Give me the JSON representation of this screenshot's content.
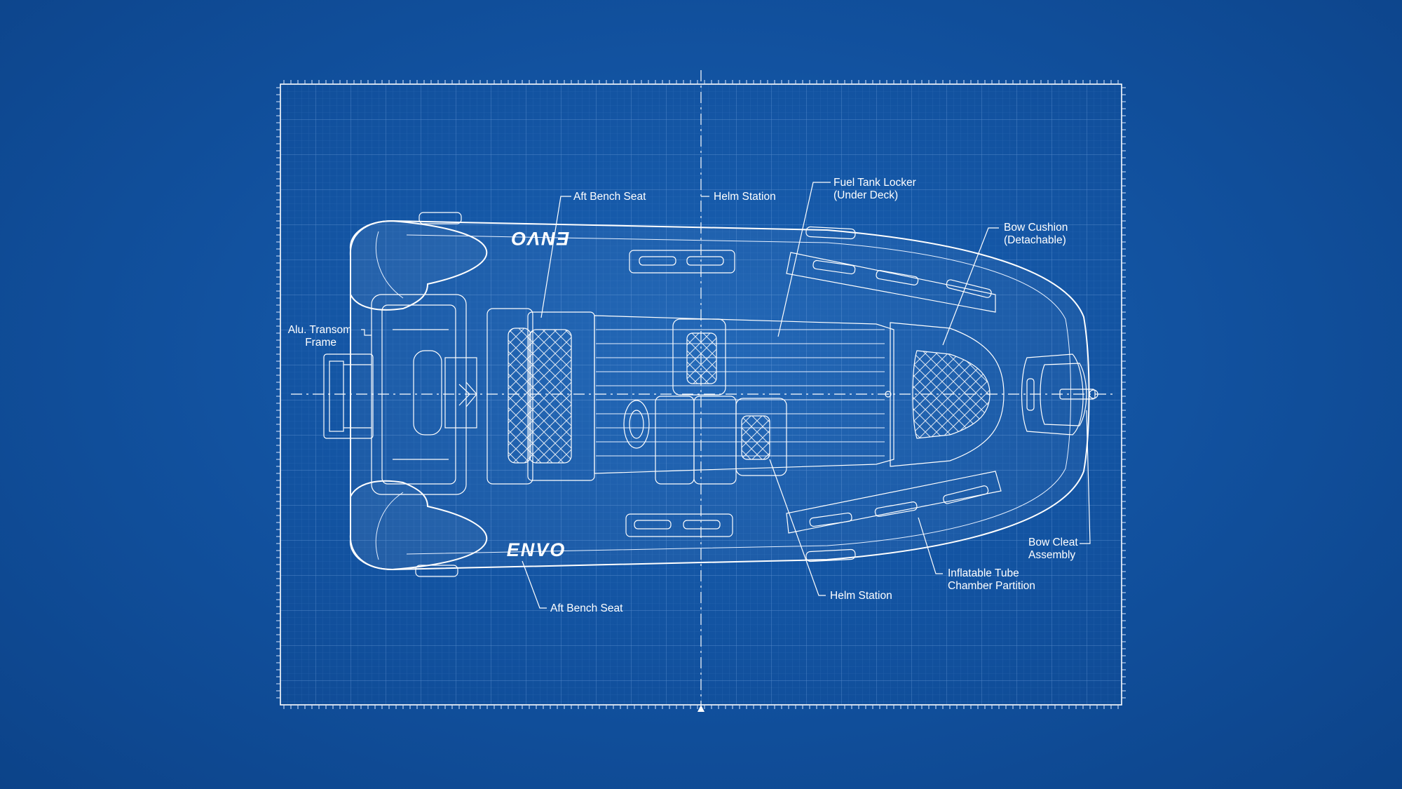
{
  "logo": {
    "top_text": "ENVO",
    "bottom_text": "ENVO"
  },
  "labels": {
    "aft_bench_top": "Aft Bench Seat",
    "helm_top": "Helm Station",
    "fuel_1": "Fuel Tank Locker",
    "fuel_2": "(Under Deck)",
    "bow_cushion_1": "Bow Cushion",
    "bow_cushion_2": "(Detachable)",
    "transom_1": "Alu. Transom",
    "transom_2": "Frame",
    "bow_cleat_1": "Bow Cleat",
    "bow_cleat_2": "Assembly",
    "tube_1": "Inflatable Tube",
    "tube_2": "Chamber Partition",
    "helm_bottom": "Helm Station",
    "aft_bench_bottom": "Aft Bench Seat"
  },
  "colors": {
    "background": "#11509d",
    "line": "#ffffff",
    "grid": "#5d93d6"
  }
}
